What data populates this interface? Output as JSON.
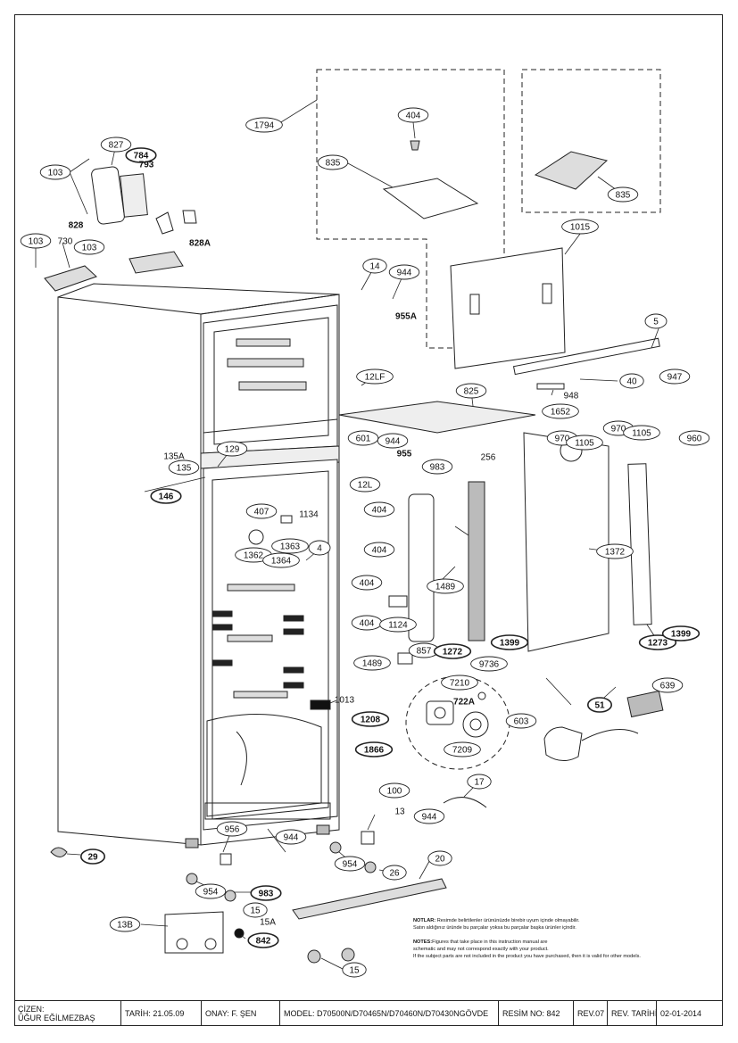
{
  "drawing": {
    "callouts": {
      "c1794": "1794",
      "c404a": "404",
      "c835a": "835",
      "c835b": "835",
      "c827": "827",
      "c784": "784",
      "c793": "793",
      "c103a": "103",
      "c828": "828",
      "c103b": "103",
      "c730": "730",
      "c103c": "103",
      "c828A": "828A",
      "c1015": "1015",
      "c14": "14",
      "c944a": "944",
      "c955A": "955A",
      "c5": "5",
      "c40": "40",
      "c947": "947",
      "c948": "948",
      "c1652": "1652",
      "c12LF": "12LF",
      "c825": "825",
      "c601": "601",
      "c944b": "944",
      "c955": "955",
      "c983a": "983",
      "c256": "256",
      "c970a": "970",
      "c1105a": "1105",
      "c970b": "970",
      "c1105b": "1105",
      "c960": "960",
      "c135A": "135A",
      "c129": "129",
      "c135": "135",
      "c146": "146",
      "c12L": "12L",
      "c407": "407",
      "c1134": "1134",
      "c1362": "1362",
      "c1363": "1363",
      "c1364": "1364",
      "c4": "4",
      "c404b": "404",
      "c404c": "404",
      "c404d": "404",
      "c404e": "404",
      "c1124": "1124",
      "c1489a": "1489",
      "c1489b": "1489",
      "c857": "857",
      "c1272": "1272",
      "c1399a": "1399",
      "c1372": "1372",
      "c1273": "1273",
      "c1399b": "1399",
      "c1013": "1013",
      "c9736": "9736",
      "c7210": "7210",
      "c722A": "722A",
      "c1208": "1208",
      "c1866": "1866",
      "c7209": "7209",
      "c51": "51",
      "c639": "639",
      "c603": "603",
      "c100": "100",
      "c13": "13",
      "c17": "17",
      "c944c": "944",
      "c956": "956",
      "c944d": "944",
      "c29": "29",
      "c954a": "954",
      "c983b": "983",
      "c954b": "954",
      "c26": "26",
      "c20": "20",
      "c15a": "15",
      "c15A": "15A",
      "c13B": "13B",
      "c842": "842",
      "c15b": "15"
    }
  },
  "notes": {
    "tr_label": "NOTLAR:",
    "tr_text_1": "Resimde belirtilenler ürününüzde birebir uyum içinde olmayabilir.",
    "tr_text_2": "Satın aldığınız üründe bu parçalar yoksa bu parçalar başka ürünler içindir.",
    "en_label": "NOTES:",
    "en_text_1": "Figures that take place in this instruction manual are",
    "en_text_2": "schematic and may not correspond exactly with your product.",
    "en_text_3": "If the subject parts are not included in the product you have purchased, then it is valid for other models."
  },
  "title_block": {
    "drawn_by_label": "ÇİZEN:",
    "drawn_by": "ÜĞUR EĞİLMEZBAŞ",
    "date": "TARİH: 21.05.09",
    "approved": "ONAY: F. ŞEN",
    "model": "MODEL: D70500N/D70465N/D70460N/D70430NGÖVDE",
    "drawing_no": "RESİM NO: 842",
    "rev": "REV.07",
    "rev_date_label": "REV. TARİHİ:",
    "rev_date": "02-01-2014"
  }
}
